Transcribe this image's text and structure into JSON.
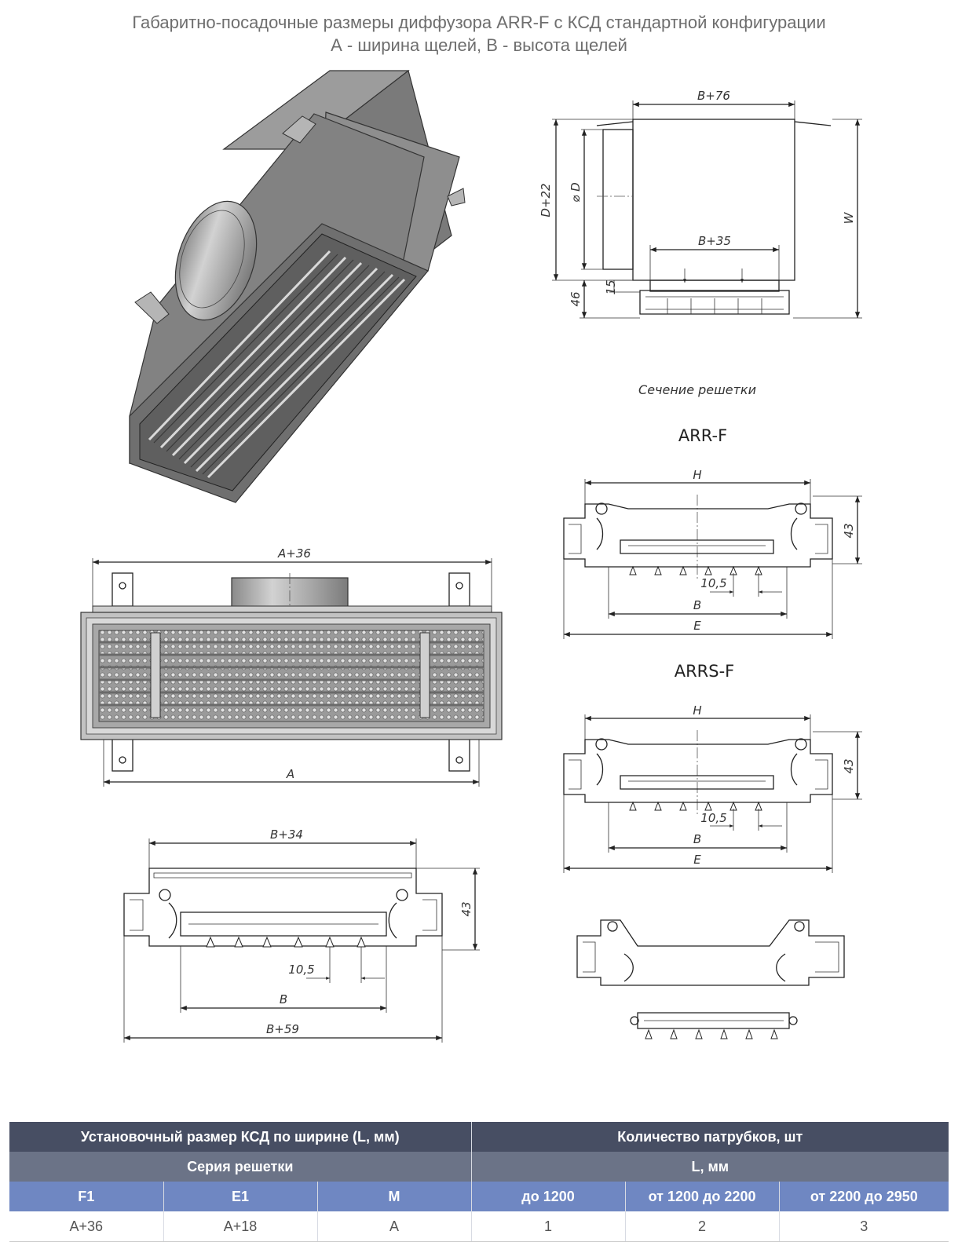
{
  "title": {
    "line1": "Габаритно-посадочные размеры диффузора ARR-F с КСД стандартной конфигурации",
    "line2": "А - ширина щелей, В - высота щелей"
  },
  "side_view": {
    "dim_top": "B+76",
    "dim_diam": "D",
    "dim_height": "D+22",
    "dim_w": "W",
    "dim_inner": "B+35",
    "dim_15": "15",
    "dim_46": "46"
  },
  "section_caption": "Сечение решетки",
  "arr_f": {
    "label": "ARR-F",
    "dim_h": "H",
    "dim_43": "43",
    "dim_105": "10,5",
    "dim_b": "B",
    "dim_e": "E"
  },
  "arrs_f": {
    "label": "ARRS-F",
    "dim_h": "H",
    "dim_43": "43",
    "dim_105": "10,5",
    "dim_b": "B",
    "dim_e": "E"
  },
  "front_view": {
    "dim_top": "A+36",
    "dim_bottom": "A"
  },
  "bottom_section": {
    "dim_top": "B+34",
    "dim_43": "43",
    "dim_105": "10,5",
    "dim_b": "B",
    "dim_b59": "B+59"
  },
  "table": {
    "header1": [
      "Установочный размер КСД по ширине (L, мм)",
      "Количество патрубков, шт"
    ],
    "header2": [
      "Серия решетки",
      "L, мм"
    ],
    "header3": [
      "F1",
      "E1",
      "M",
      "до 1200",
      "от 1200 до 2200",
      "от 2200 до 2950"
    ],
    "row": [
      "А+36",
      "А+18",
      "А",
      "1",
      "2",
      "3"
    ]
  }
}
